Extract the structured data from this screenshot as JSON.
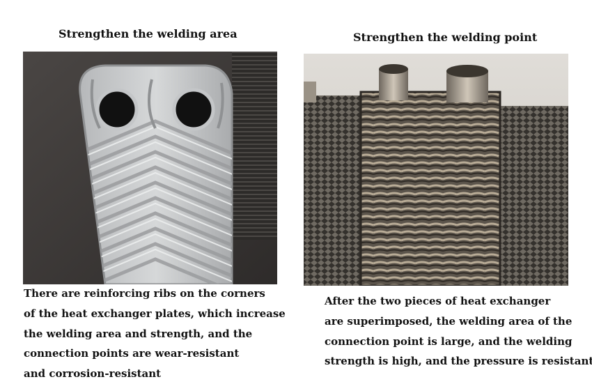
{
  "left_panel": {
    "title": "Strengthen the welding area",
    "description_lines": [
      "There are reinforcing ribs on the corners",
      "of the heat exchanger plates, which increase",
      "the welding area and strength, and the",
      "connection points are wear-resistant",
      "and corrosion-resistant"
    ]
  },
  "right_panel": {
    "title": "Strengthen the welding point",
    "description_lines": [
      "After the two pieces of heat exchanger",
      "are superimposed, the welding area of the",
      "connection point is large, and the welding",
      "strength is high, and the pressure is resistant"
    ]
  },
  "colors": {
    "text": "#111111",
    "plate_metal": "#c9cbcc",
    "stack_dark": "#3a3835",
    "background": "#ffffff"
  }
}
